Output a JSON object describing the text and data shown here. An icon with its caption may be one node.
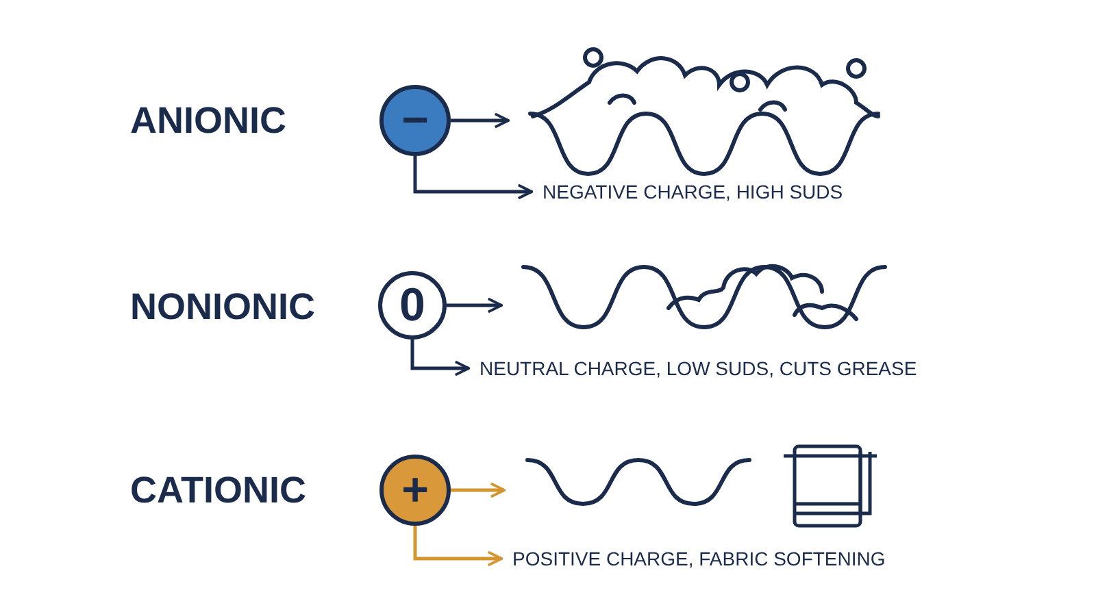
{
  "diagram": {
    "nodes": [
      {
        "text": [
          "−"
        ]
      },
      {
        "text": [],
        "shape": "picture"
      },
      {
        "text": [
          "NEGATIVE CHARGE, HIGH SUDS"
        ]
      },
      {
        "text": [
          "0"
        ]
      },
      {
        "text": [],
        "shape": "picture"
      },
      {
        "text": [
          "NEUTRAL CHARGE, LOW SUDS, CUTS GREASE"
        ]
      },
      {
        "text": [
          "+"
        ]
      },
      {
        "text": [],
        "shape": "picture"
      },
      {
        "text": [
          "POSITIVE CHARGE, FABRIC SOFTENING"
        ]
      }
    ],
    "edges": [
      {
        "from": 0,
        "to": 1,
        "arrow": "to"
      },
      {
        "from": 0,
        "to": 2,
        "arrow": "to"
      },
      {
        "from": 3,
        "to": 4,
        "arrow": "to"
      },
      {
        "from": 3,
        "to": 5,
        "arrow": "to"
      },
      {
        "from": 6,
        "to": 7,
        "arrow": "to",
        "color": "#d4952f"
      },
      {
        "from": 6,
        "to": 8,
        "arrow": "to",
        "color": "#d4952f"
      }
    ],
    "labels": [
      "ANIONIC",
      "NONIONIC",
      "CATIONIC"
    ]
  }
}
